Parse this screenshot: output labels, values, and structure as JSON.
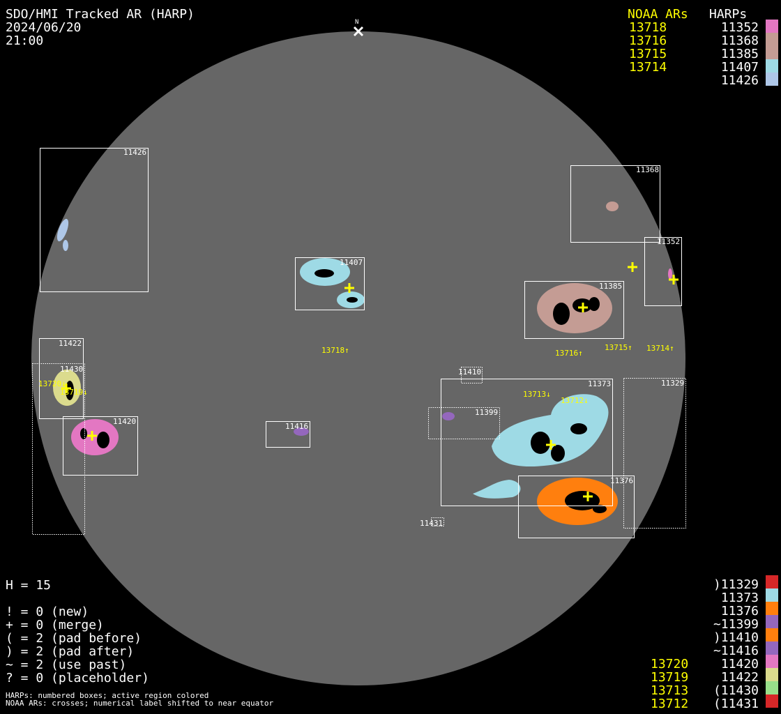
{
  "header": {
    "title": "SDO/HMI Tracked AR (HARP)",
    "date": "2024/06/20",
    "time": "21:00",
    "north": "N"
  },
  "top_legend": {
    "noaa_header": "NOAA ARs",
    "harp_header": "HARPs",
    "noaa": [
      "13718",
      "13716",
      "13715",
      "13714"
    ],
    "harps": [
      {
        "id": "11352",
        "color": "#e377c2"
      },
      {
        "id": "11368",
        "color": "#c49c94"
      },
      {
        "id": "11385",
        "color": "#c49c94"
      },
      {
        "id": "11407",
        "color": "#9edae5"
      },
      {
        "id": "11426",
        "color": "#aec7e8"
      }
    ]
  },
  "bottom_legend": {
    "noaa": [
      "13720",
      "13719",
      "13713",
      "13712"
    ],
    "harps": [
      {
        "id": ")11329",
        "color": "#d62728"
      },
      {
        "id": "11373",
        "color": "#9edae5"
      },
      {
        "id": "11376",
        "color": "#ff7f0e"
      },
      {
        "id": "~11399",
        "color": "#9467bd"
      },
      {
        "id": ")11410",
        "color": "#ff7f0e"
      },
      {
        "id": "~11416",
        "color": "#9467bd"
      },
      {
        "id": "11420",
        "color": "#e377c2"
      },
      {
        "id": "11422",
        "color": "#dbdb8d"
      },
      {
        "id": "(11430",
        "color": "#98df8a"
      },
      {
        "id": "(11431",
        "color": "#d62728"
      }
    ]
  },
  "stats": {
    "count": "H = 15",
    "lines": [
      "! = 0 (new)",
      "+ = 0 (merge)",
      "( = 2 (pad before)",
      ") = 2 (pad after)",
      "~ = 2 (use past)",
      "? = 0 (placeholder)"
    ]
  },
  "notes": [
    "HARPs: numbered boxes; active region colored",
    "NOAA ARs: crosses; numerical label shifted to near equator"
  ],
  "disk": {
    "harp_labels": {
      "h11426": "11426",
      "h11368": "11368",
      "h11352": "11352",
      "h11407": "11407",
      "h11385": "11385",
      "h11422": "11422",
      "h11430": "11430",
      "h11420": "11420",
      "h11416": "11416",
      "h11410": "11410",
      "h11373": "11373",
      "h11399": "11399",
      "h11329": "11329",
      "h11376": "11376",
      "h11431": "11431"
    },
    "noaa_labels": {
      "a13718": "13718↑",
      "a13716": "13716↑",
      "a13715": "13715↑",
      "a13714": "13714↑",
      "a13720": "13720↓",
      "a13719": "13719↓",
      "a13713": "13713↓",
      "a13712": "13712↓"
    }
  },
  "colors": {
    "disk": "#666666",
    "cross": "#ffff00"
  }
}
